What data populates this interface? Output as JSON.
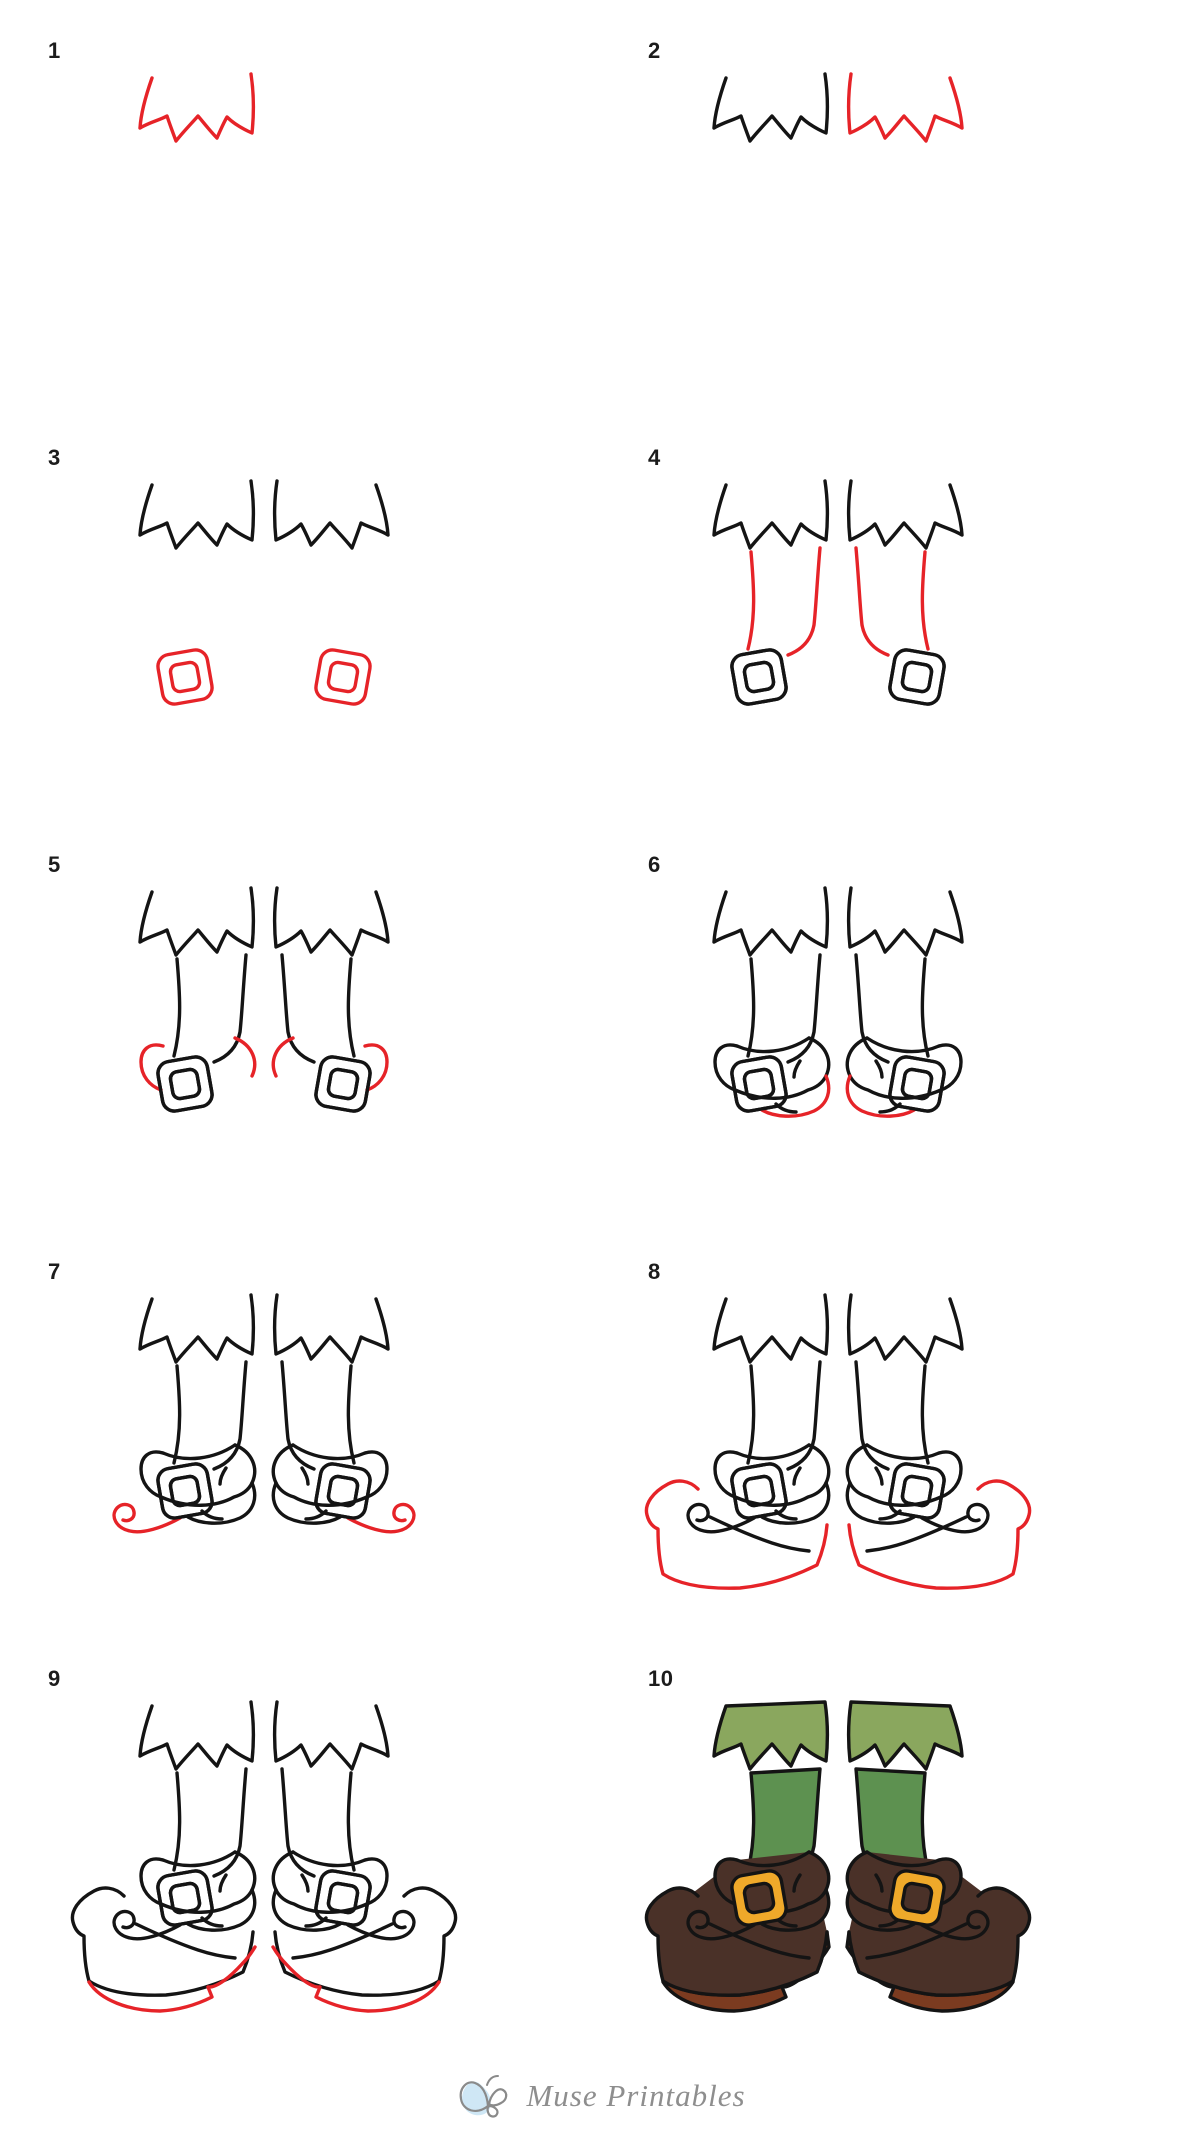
{
  "page": {
    "background": "#ffffff",
    "kind": "step-by-step drawing tutorial sheet"
  },
  "colors": {
    "new_stroke_red": "#e62328",
    "line_black": "#141414",
    "label_text": "#1c1c1c",
    "leg_green": "#5d9150",
    "cuff_green": "#8aa75e",
    "shoe_brown": "#4a3128",
    "sole_brown": "#7b3b20",
    "buckle_gold": "#efa92a",
    "logo_blue": "#cfe7f5",
    "logo_gray": "#8a8a8a",
    "brand_text_gray": "#8e8e8e"
  },
  "steps": [
    {
      "number": "1",
      "done_parts": [],
      "new_parts": [
        "cuff-left"
      ],
      "colored": false
    },
    {
      "number": "2",
      "done_parts": [
        "cuff-left"
      ],
      "new_parts": [
        "cuff-right"
      ],
      "colored": false
    },
    {
      "number": "3",
      "done_parts": [
        "cuff-left",
        "cuff-right"
      ],
      "new_parts": [
        "buckles"
      ],
      "colored": false
    },
    {
      "number": "4",
      "done_parts": [
        "cuff-left",
        "cuff-right",
        "buckles"
      ],
      "new_parts": [
        "legs"
      ],
      "colored": false
    },
    {
      "number": "5",
      "done_parts": [
        "cuff-left",
        "cuff-right",
        "buckles",
        "legs"
      ],
      "new_parts": [
        "roll-tops"
      ],
      "colored": false
    },
    {
      "number": "6",
      "done_parts": [
        "cuff-left",
        "cuff-right",
        "buckles",
        "legs",
        "roll-tops",
        "roll-bands"
      ],
      "new_parts": [
        "roll-bottoms"
      ],
      "colored": false
    },
    {
      "number": "7",
      "done_parts": [
        "cuff-left",
        "cuff-right",
        "buckles",
        "legs",
        "roll-tops",
        "roll-bands",
        "roll-bottoms"
      ],
      "new_parts": [
        "toe-curls"
      ],
      "colored": false
    },
    {
      "number": "8",
      "done_parts": [
        "cuff-left",
        "cuff-right",
        "buckles",
        "legs",
        "roll-tops",
        "roll-bands",
        "roll-bottoms",
        "toe-curls",
        "toe-lines"
      ],
      "new_parts": [
        "shoe-bodies"
      ],
      "colored": false
    },
    {
      "number": "9",
      "done_parts": [
        "cuff-left",
        "cuff-right",
        "buckles",
        "legs",
        "roll-tops",
        "roll-bands",
        "roll-bottoms",
        "toe-curls",
        "toe-lines",
        "shoe-bodies"
      ],
      "new_parts": [
        "soles"
      ],
      "colored": false
    },
    {
      "number": "10",
      "done_parts": [],
      "new_parts": [],
      "colored": true
    }
  ],
  "footer": {
    "brand": "Muse Printables",
    "logo_icon": "butterfly-icon"
  }
}
